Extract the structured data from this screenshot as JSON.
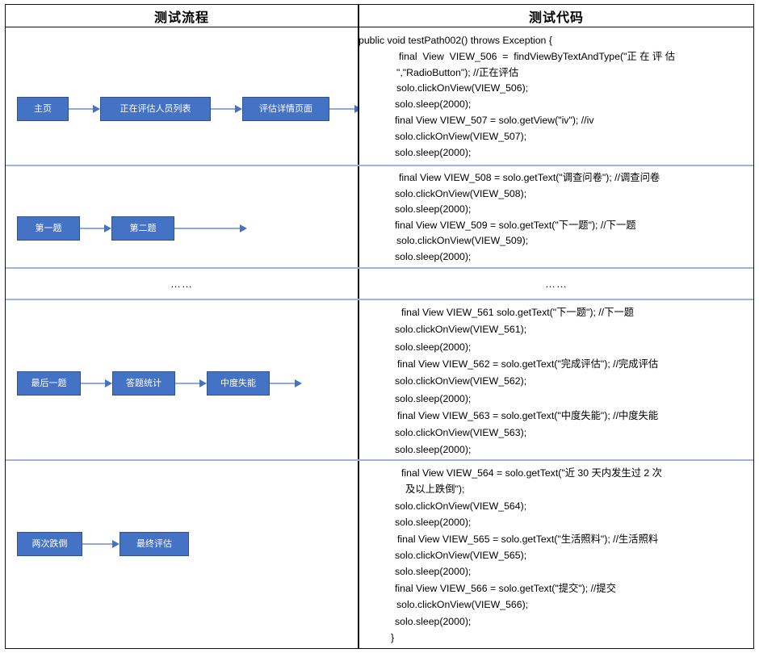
{
  "table": {
    "headers": {
      "flow": "测试流程",
      "code": "测试代码"
    },
    "ellipsis": "……"
  },
  "flow_rows": [
    {
      "name": "row-1-flow",
      "boxes": [
        "主页",
        "正在评估人员列表",
        "评估详情页面"
      ],
      "trailing_arrow": true
    },
    {
      "name": "row-2-flow",
      "boxes": [
        "第一题",
        "第二题"
      ],
      "trailing_arrow": true
    },
    {
      "name": "row-4-flow",
      "boxes": [
        "最后一题",
        "答题统计",
        "中度失能"
      ],
      "trailing_arrow": true
    },
    {
      "name": "row-5-flow",
      "boxes": [
        "两次跌倒",
        "最终评估"
      ],
      "trailing_arrow": false
    }
  ],
  "code_rows": [
    {
      "name": "row-1-code",
      "lines": [
        "public void testPath002() throws Exception {",
        "final  View  VIEW_506  =  findViewByTextAndType(\"正 在 评 估",
        "\",\"RadioButton\"); //正在评估",
        "solo.clickOnView(VIEW_506);",
        "solo.sleep(2000);",
        "final View VIEW_507 = solo.getView(\"iv\"); //iv",
        "solo.clickOnView(VIEW_507);",
        "solo.sleep(2000);"
      ],
      "indents": [
        0,
        50,
        47,
        47,
        45,
        45,
        45,
        45
      ]
    },
    {
      "name": "row-2-code",
      "lines": [
        "final View VIEW_508 = solo.getText(\"调查问卷\"); //调查问卷",
        "solo.clickOnView(VIEW_508);",
        "solo.sleep(2000);",
        "final View VIEW_509 = solo.getText(\"下一题\"); //下一题",
        "solo.clickOnView(VIEW_509);",
        "solo.sleep(2000);"
      ],
      "indents": [
        50,
        45,
        45,
        45,
        47,
        45
      ]
    },
    {
      "name": "row-4-code",
      "lines": [
        "final View VIEW_561 solo.getText(\"下一题\"); //下一题",
        "solo.clickOnView(VIEW_561);",
        "solo.sleep(2000);",
        "final View VIEW_562 = solo.getText(\"完成评估\"); //完成评估",
        "solo.clickOnView(VIEW_562);",
        "solo.sleep(2000);",
        "final View VIEW_563 = solo.getText(\"中度失能\"); //中度失能",
        "solo.clickOnView(VIEW_563);",
        "solo.sleep(2000);"
      ],
      "indents": [
        53,
        45,
        45,
        48,
        45,
        45,
        48,
        45,
        45
      ]
    },
    {
      "name": "row-5-code",
      "lines": [
        "final View VIEW_564 = solo.getText(\"近 30 天内发生过 2 次",
        "及以上跌倒\");",
        "solo.clickOnView(VIEW_564);",
        "solo.sleep(2000);",
        "final View VIEW_565 = solo.getText(\"生活照料\"); //生活照料",
        "solo.clickOnView(VIEW_565);",
        "solo.sleep(2000);",
        "final View VIEW_566 = solo.getText(\"提交\"); //提交",
        "solo.clickOnView(VIEW_566);",
        "solo.sleep(2000);",
        "}"
      ],
      "indents": [
        53,
        58,
        45,
        45,
        48,
        45,
        45,
        45,
        47,
        45,
        40
      ]
    }
  ],
  "colors": {
    "box_fill": "#4472C4",
    "box_border": "#2F528F",
    "arrow": "#8FAADC",
    "row_separator": "#9AB3E0",
    "table_border": "#111111"
  }
}
